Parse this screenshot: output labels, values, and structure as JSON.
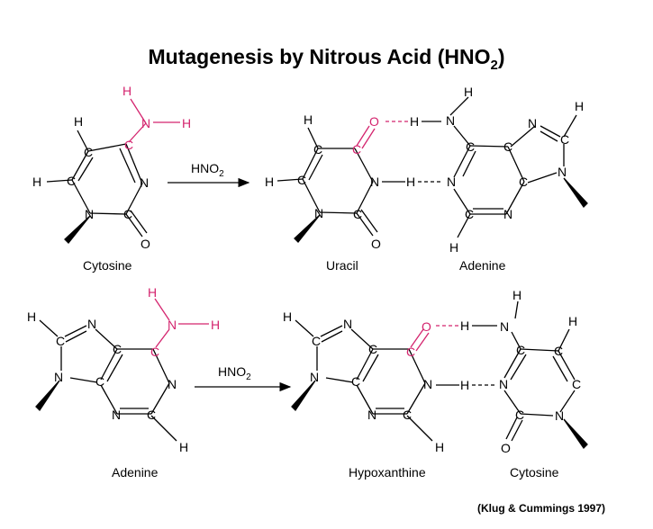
{
  "title": {
    "main": "Mutagenesis by Nitrous Acid (HNO",
    "subscript": "2",
    "close": ")"
  },
  "reagent": {
    "main": "HNO",
    "subscript": "2"
  },
  "labels": {
    "cytosine": "Cytosine",
    "uracil": "Uracil",
    "adenine_top": "Adenine",
    "adenine_bottom": "Adenine",
    "hypoxanthine": "Hypoxanthine",
    "cytosine_bottom": "Cytosine"
  },
  "citation": "(Klug & Cummings 1997)",
  "colors": {
    "highlight": "#d4246e",
    "ink": "#000000"
  }
}
